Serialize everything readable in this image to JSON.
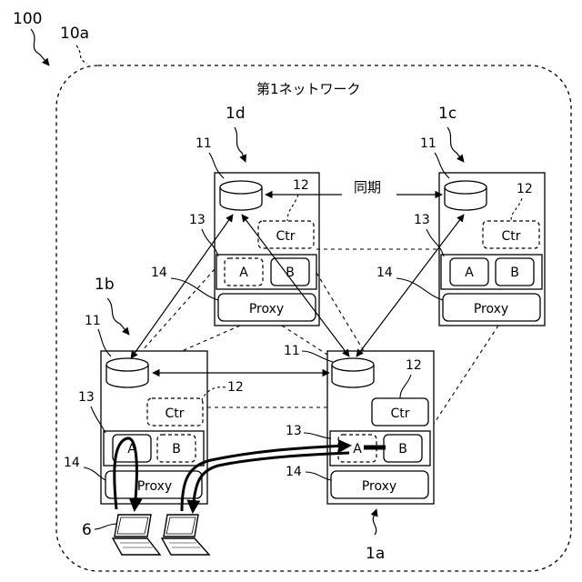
{
  "figure": {
    "ref_main": "100",
    "ref_network": "10a",
    "network_title": "第1ネットワーク",
    "sync_label": "同期",
    "ref_terminal": "6"
  },
  "nodes": {
    "n1d": {
      "ref": "1d",
      "db_ref": "11",
      "ctr_ref": "12",
      "app_ref": "13",
      "proxy_ref": "14",
      "ctr": "Ctr",
      "app_a": "A",
      "app_b": "B",
      "proxy": "Proxy"
    },
    "n1c": {
      "ref": "1c",
      "db_ref": "11",
      "ctr_ref": "12",
      "app_ref": "13",
      "proxy_ref": "14",
      "ctr": "Ctr",
      "app_a": "A",
      "app_b": "B",
      "proxy": "Proxy"
    },
    "n1b": {
      "ref": "1b",
      "db_ref": "11",
      "ctr_ref": "12",
      "app_ref": "13",
      "proxy_ref": "14",
      "ctr": "Ctr",
      "app_a": "A",
      "app_b": "B",
      "proxy": "Proxy"
    },
    "n1a": {
      "ref": "1a",
      "db_ref": "11",
      "ctr_ref": "12",
      "app_ref": "13",
      "proxy_ref": "14",
      "ctr": "Ctr",
      "app_a": "A",
      "app_b": "B",
      "proxy": "Proxy"
    }
  }
}
